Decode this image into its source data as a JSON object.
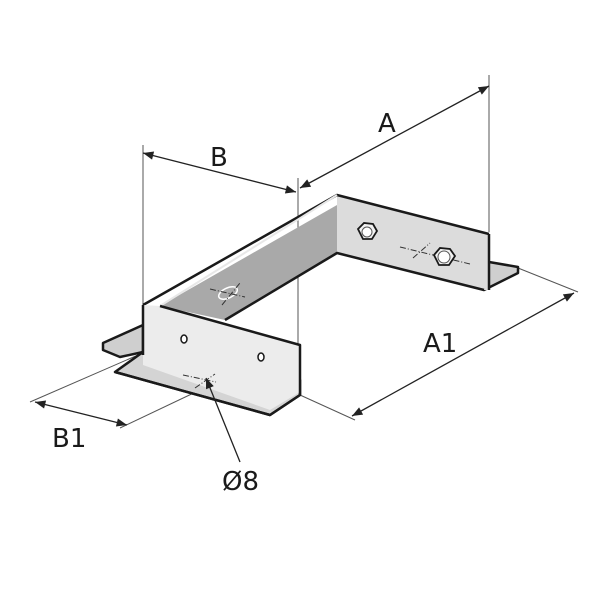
{
  "diagram": {
    "dimension_labels": {
      "a": "A",
      "b": "B",
      "a1": "A1",
      "b1": "B1",
      "hole": "Ø8"
    },
    "colors": {
      "outline": "#1a1a1a",
      "face_light": "#e8e8e8",
      "face_mid": "#cfcfcf",
      "face_dark": "#a9a9a9",
      "dimension": "#222222"
    }
  }
}
